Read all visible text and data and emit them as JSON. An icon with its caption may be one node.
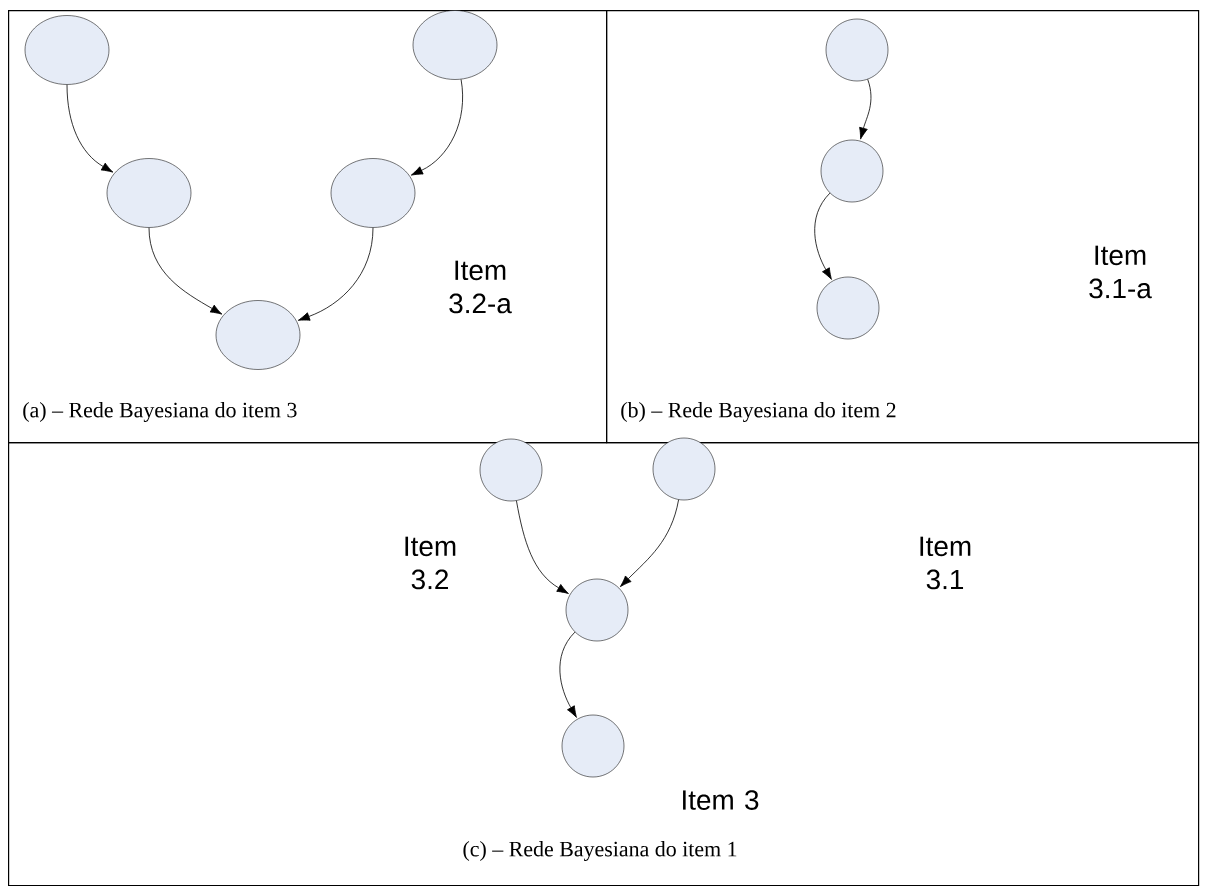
{
  "diagram": {
    "nodes": [
      {
        "text": [
          "(a) – Rede Bayesiana do item 3"
        ]
      },
      {
        "text": [],
        "shape": "ellipse",
        "in": 0
      },
      {
        "text": [],
        "shape": "ellipse",
        "in": 0
      },
      {
        "text": [],
        "shape": "ellipse",
        "in": 0
      },
      {
        "text": [],
        "shape": "ellipse",
        "in": 0
      },
      {
        "text": [],
        "shape": "ellipse",
        "in": 0
      },
      {
        "text": [
          "(b) – Rede Bayesiana do item 2"
        ]
      },
      {
        "text": [],
        "shape": "circle",
        "in": 6
      },
      {
        "text": [],
        "shape": "circle",
        "in": 6
      },
      {
        "text": [],
        "shape": "circle",
        "in": 6
      },
      {
        "text": [
          "(c) – Rede Bayesiana do item 1"
        ]
      },
      {
        "text": [],
        "shape": "circle",
        "in": 10
      },
      {
        "text": [],
        "shape": "circle",
        "in": 10
      },
      {
        "text": [],
        "shape": "circle",
        "in": 10
      },
      {
        "text": [],
        "shape": "circle",
        "in": 10
      }
    ],
    "edges": [
      {
        "from": 1,
        "to": 3,
        "arrow": "to"
      },
      {
        "from": 2,
        "to": 4,
        "arrow": "to"
      },
      {
        "from": 3,
        "to": 5,
        "arrow": "to"
      },
      {
        "from": 4,
        "to": 5,
        "arrow": "to"
      },
      {
        "from": 7,
        "to": 8,
        "arrow": "to"
      },
      {
        "from": 8,
        "to": 9,
        "arrow": "to"
      },
      {
        "from": 11,
        "to": 13,
        "arrow": "to"
      },
      {
        "from": 12,
        "to": 13,
        "arrow": "to"
      },
      {
        "from": 13,
        "to": 14,
        "arrow": "to"
      }
    ],
    "labels": [
      "Item 3.2-a",
      "Item 3.1-a",
      "Item 3.2",
      "Item 3.1",
      "Item 3"
    ]
  }
}
